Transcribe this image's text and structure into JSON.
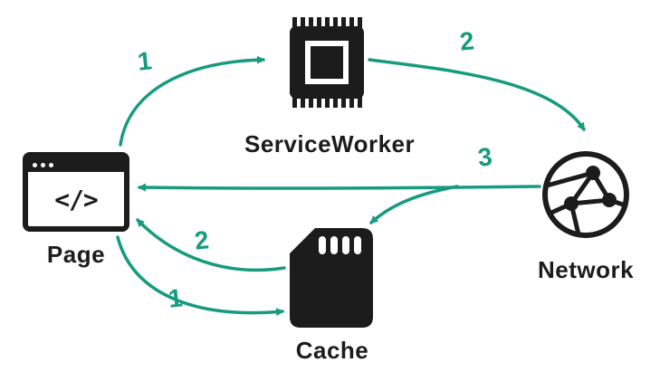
{
  "diagram": {
    "accent_color": "#169b7f",
    "ink_color": "#1c1c1c",
    "nodes": {
      "page": {
        "label": "Page",
        "icon": "browser-window-icon",
        "code_glyph": "</>"
      },
      "service_worker": {
        "label": "ServiceWorker",
        "icon": "chip-icon"
      },
      "network": {
        "label": "Network",
        "icon": "network-globe-icon"
      },
      "cache": {
        "label": "Cache",
        "icon": "memory-card-icon"
      }
    },
    "edges": [
      {
        "from": "page",
        "to": "service_worker",
        "label": "1"
      },
      {
        "from": "service_worker",
        "to": "network",
        "label": "2"
      },
      {
        "from": "network",
        "to": "page",
        "label": "3"
      },
      {
        "from": "network",
        "to": "cache",
        "label": ""
      },
      {
        "from": "cache",
        "to": "page",
        "label": "2"
      },
      {
        "from": "page",
        "to": "cache",
        "label": "1"
      }
    ]
  }
}
